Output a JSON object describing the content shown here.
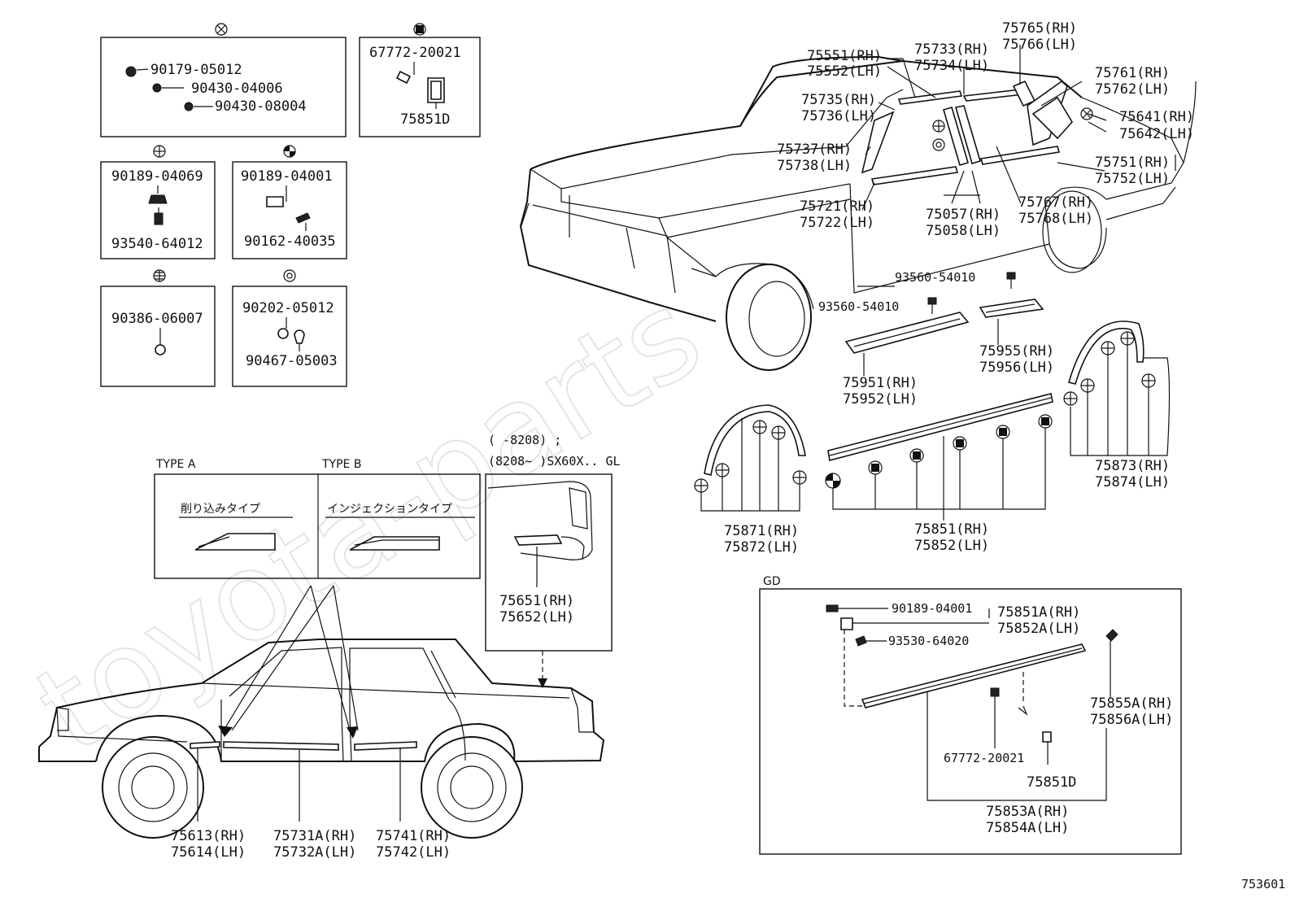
{
  "watermark": "toyota-parts",
  "diagram_id": "753601",
  "fastener_boxes": [
    {
      "id": "box1",
      "symbol": "cross-circle",
      "parts": [
        "90179-05012",
        "90430-04006",
        "90430-08004"
      ]
    },
    {
      "id": "box2",
      "symbol": "filled-square",
      "parts": [
        "67772-20021",
        "75851D"
      ]
    },
    {
      "id": "box3",
      "symbol": "plus-circle",
      "parts": [
        "90189-04069",
        "93540-64012"
      ]
    },
    {
      "id": "box4",
      "symbol": "half-filled-circle",
      "parts": [
        "90189-04001",
        "90162-40035"
      ]
    },
    {
      "id": "box5",
      "symbol": "grid-circle",
      "parts": [
        "90386-06007"
      ]
    },
    {
      "id": "box6",
      "symbol": "double-circle",
      "parts": [
        "90202-05012",
        "90467-05003"
      ]
    }
  ],
  "type_box": {
    "type_a": "TYPE A",
    "type_b": "TYPE B",
    "type_a_desc": "削り込みタイプ",
    "type_b_desc": "インジェクションタイプ"
  },
  "serial_note": {
    "line1": "(     -8208) ;",
    "line2": "(8208~       )SX60X.. GL"
  },
  "callouts": {
    "c75551": [
      "75551(RH)",
      "75552(LH)"
    ],
    "c75733": [
      "75733(RH)",
      "75734(LH)"
    ],
    "c75765": [
      "75765(RH)",
      "75766(LH)"
    ],
    "c75761": [
      "75761(RH)",
      "75762(LH)"
    ],
    "c75735": [
      "75735(RH)",
      "75736(LH)"
    ],
    "c75641": [
      "75641(RH)",
      "75642(LH)"
    ],
    "c75737": [
      "75737(RH)",
      "75738(LH)"
    ],
    "c75751": [
      "75751(RH)",
      "75752(LH)"
    ],
    "c75721": [
      "75721(RH)",
      "75722(LH)"
    ],
    "c75057": [
      "75057(RH)",
      "75058(LH)"
    ],
    "c75767": [
      "75767(RH)",
      "75768(LH)"
    ],
    "c93560a": [
      "93560-54010"
    ],
    "c93560b": [
      "93560-54010"
    ],
    "c75955": [
      "75955(RH)",
      "75956(LH)"
    ],
    "c75951": [
      "75951(RH)",
      "75952(LH)"
    ],
    "c75873": [
      "75873(RH)",
      "75874(LH)"
    ],
    "c75871": [
      "75871(RH)",
      "75872(LH)"
    ],
    "c75851": [
      "75851(RH)",
      "75852(LH)"
    ],
    "c75651": [
      "75651(RH)",
      "75652(LH)"
    ],
    "c75613": [
      "75613(RH)",
      "75614(LH)"
    ],
    "c75731a": [
      "75731A(RH)",
      "75732A(LH)"
    ],
    "c75741": [
      "75741(RH)",
      "75742(LH)"
    ]
  },
  "gd_box": {
    "title": "GD",
    "p90189": "90189-04001",
    "p75851a": [
      "75851A(RH)",
      "75852A(LH)"
    ],
    "p93530": "93530-64020",
    "p75855a": [
      "75855A(RH)",
      "75856A(LH)"
    ],
    "p67772": "67772-20021",
    "p75851d": "75851D",
    "p75853a": [
      "75853A(RH)",
      "75854A(LH)"
    ]
  }
}
